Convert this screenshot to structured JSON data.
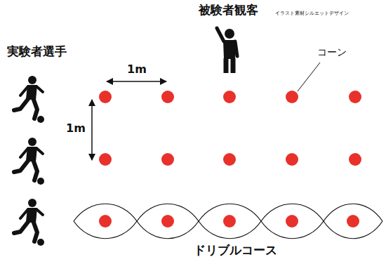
{
  "diagram": {
    "labels": [
      "被験者観客",
      "イラスト素材シルエットデザイン",
      "実験者選手",
      "1m",
      "コーン",
      "1m",
      "ドリブルコース"
    ]
  }
}
